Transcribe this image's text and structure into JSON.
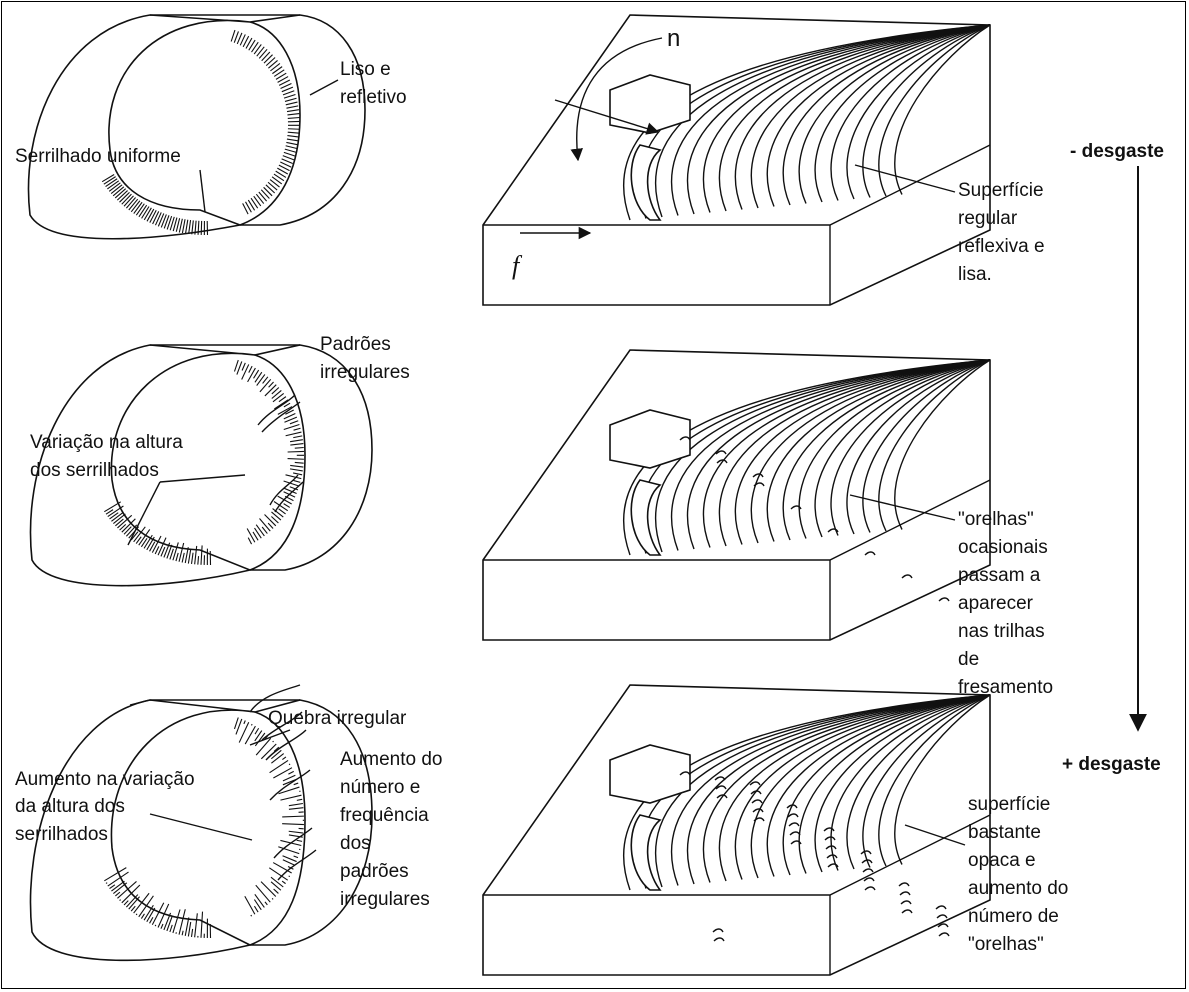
{
  "rows": [
    {
      "chip_labels": [
        "Liso e",
        "refletivo",
        "Serrilhado uniforme"
      ],
      "surface_labels": [
        "Superfície",
        "regular",
        "reflexiva e",
        "lisa."
      ]
    },
    {
      "chip_labels": [
        "Padrões",
        "irregulares",
        "Variação na altura",
        "dos serrilhados"
      ],
      "surface_labels": [
        "\"orelhas\"",
        "ocasionais",
        "passam a",
        "aparecer",
        "nas trilhas",
        "de",
        "fresamento"
      ]
    },
    {
      "chip_labels": [
        "Quebra irregular",
        "Aumento na variação",
        "da altura dos",
        "serrilhados",
        "Aumento do",
        "número e",
        "frequência",
        "dos",
        "padrões",
        "irregulares"
      ],
      "surface_labels": [
        "superfície",
        "bastante",
        "opaca e",
        "aumento do",
        "número de",
        "\"orelhas\""
      ]
    }
  ],
  "symbols": {
    "spindle": "n",
    "feed": "f"
  },
  "wear_axis": {
    "top": "- desgaste",
    "bottom": "+ desgaste"
  }
}
